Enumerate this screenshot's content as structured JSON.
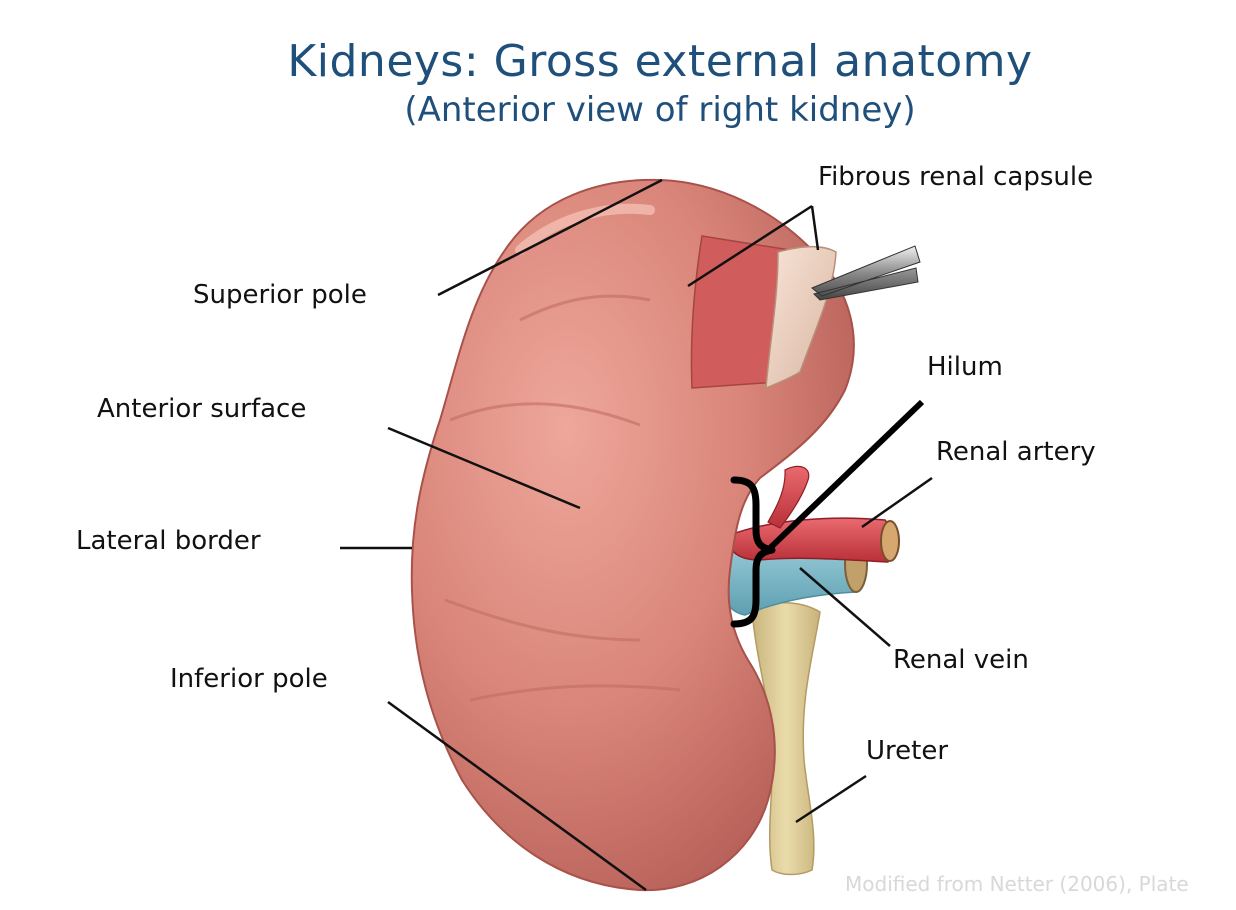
{
  "title": "Kidneys: Gross external anatomy",
  "subtitle": "(Anterior view of right kidney)",
  "labels": {
    "fibrous_renal_capsule": "Fibrous renal capsule",
    "superior_pole": "Superior pole",
    "hilum": "Hilum",
    "anterior_surface": "Anterior surface",
    "renal_artery": "Renal artery",
    "lateral_border": "Lateral border",
    "renal_vein": "Renal vein",
    "inferior_pole": "Inferior pole",
    "ureter": "Ureter"
  },
  "credit": "Modified from Netter (2006), Plate",
  "colors": {
    "title": "#1f4f7b",
    "kidney": "#d98478",
    "kidney_shadow": "#b35d56",
    "renal_artery": "#d4464f",
    "renal_vein": "#79b7c6",
    "ureter": "#e2cf99",
    "capsule": "#f1d7c8"
  }
}
